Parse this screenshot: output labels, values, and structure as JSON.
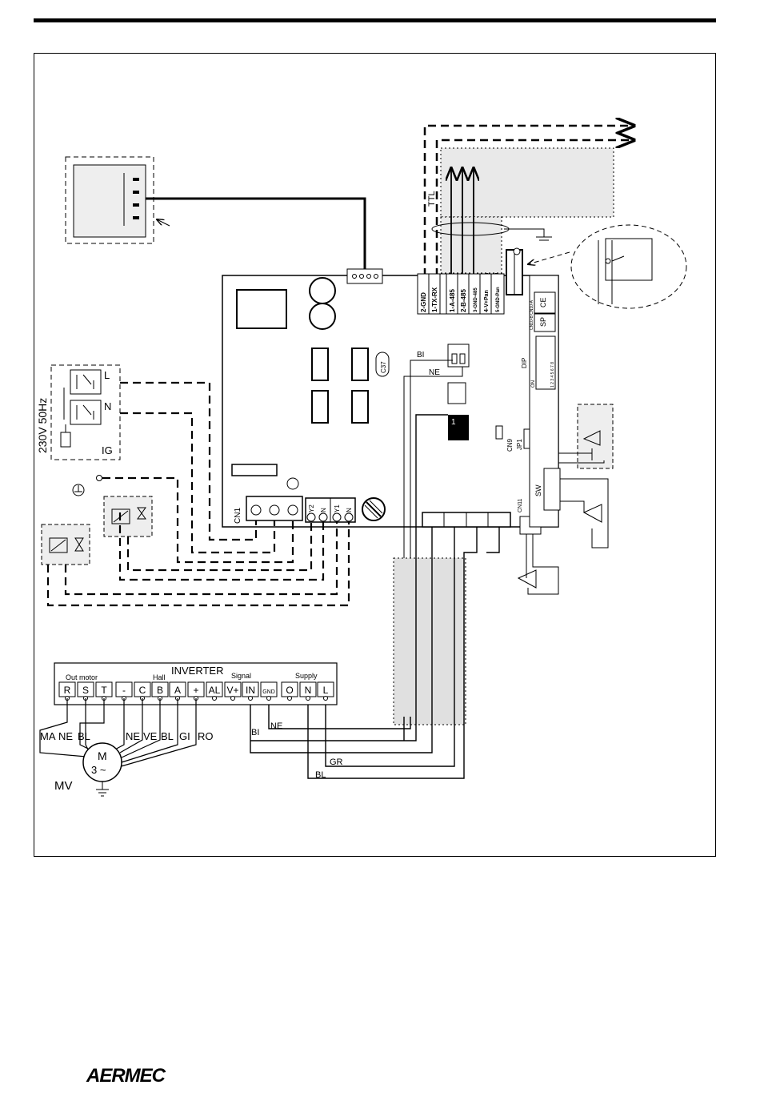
{
  "brand": "AERMEC",
  "supply": {
    "voltage": "230V 50Hz",
    "L": "L",
    "N": "N",
    "switch": "IG"
  },
  "board": {
    "cn1": "CN1",
    "terminals": [
      "Y2",
      "N",
      "Y1",
      "N"
    ],
    "c37": "C37",
    "relay_num": "1",
    "cn9": "CN9",
    "jp1": "JP1",
    "sw": "SW",
    "cn11": "CN11",
    "dip": "DIP",
    "dip_on": "ON",
    "dip_nums": "1 2 3 4 5 6 7 8",
    "sp": "SP",
    "ce": "CE",
    "cn10": "CN10-B CN10-A",
    "connectors": [
      "2-GND",
      "1-TX-RX",
      "1-A-485",
      "2-B-485",
      "3-GND-485",
      "4-V+Pan",
      "5-GND-Pan"
    ],
    "ttl": "TTL",
    "bi": "BI",
    "ne": "NE"
  },
  "inverter": {
    "title": "INVERTER",
    "out_motor": "Out motor",
    "hall": "Hall",
    "signal": "Signal",
    "supply": "Supply",
    "terminals": [
      "R",
      "S",
      "T",
      "-",
      "C",
      "B",
      "A",
      "+",
      "AL",
      "V+",
      "IN",
      "GND",
      "O",
      "N",
      "L"
    ]
  },
  "wires": {
    "ma": "MA",
    "ne": "NE",
    "bl": "BL",
    "ne2": "NE",
    "ve": "VE",
    "bl2": "BL",
    "gi": "GI",
    "ro": "RO",
    "bi": "BI",
    "ne3": "NE",
    "gr": "GR",
    "bl3": "BL"
  },
  "motor": {
    "m": "M",
    "phase": "3 ~",
    "label": "MV"
  }
}
